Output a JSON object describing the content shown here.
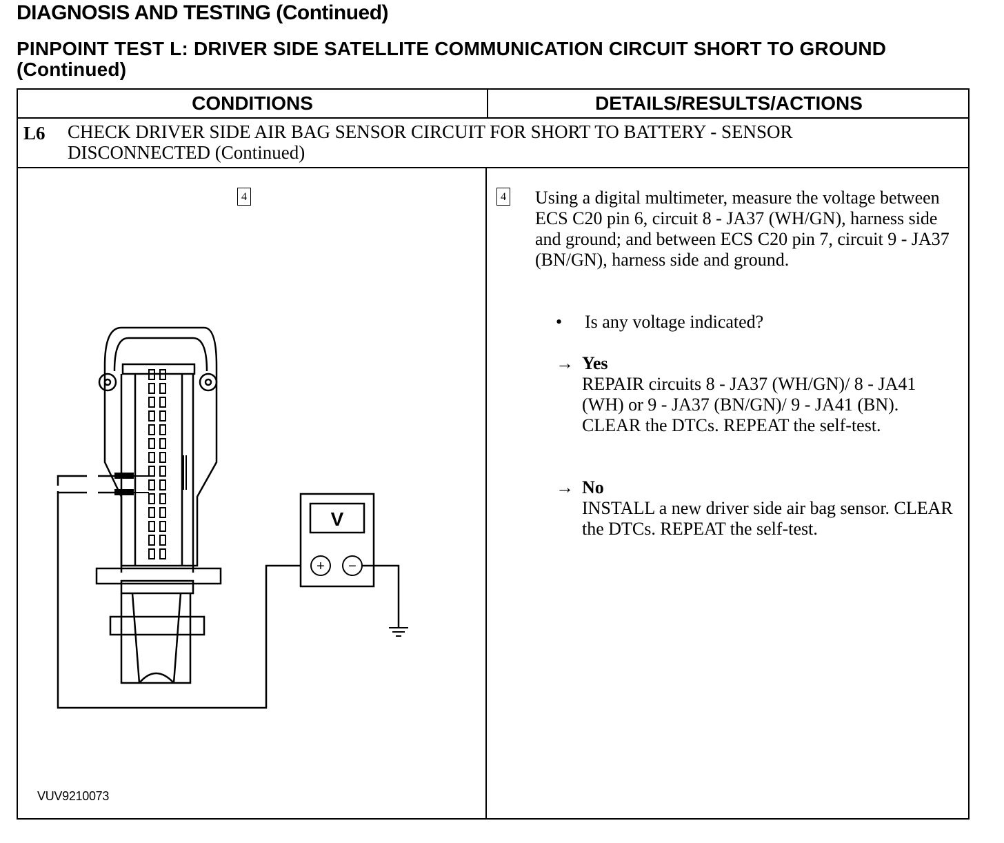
{
  "header": {
    "title": "DIAGNOSIS AND TESTING (Continued)",
    "subtitle_line1": "PINPOINT TEST L: DRIVER SIDE SATELLITE COMMUNICATION CIRCUIT SHORT TO GROUND",
    "subtitle_line2": "(Continued)"
  },
  "table": {
    "col_conditions": "CONDITIONS",
    "col_details": "DETAILS/RESULTS/ACTIONS",
    "step": {
      "id": "L6",
      "title": "CHECK DRIVER SIDE AIR BAG SENSOR CIRCUIT FOR SHORT TO BATTERY - SENSOR DISCONNECTED (Continued)"
    },
    "left_step_number": "4",
    "right_step_number": "4",
    "procedure": "Using a digital multimeter, measure the voltage between ECS C20 pin 6, circuit 8 - JA37 (WH/GN), harness side and ground; and between ECS C20 pin 7, circuit 9 - JA37 (BN/GN), harness side and ground.",
    "question_bullet": "•",
    "question": "Is any voltage indicated?",
    "results": [
      {
        "arrow": "→",
        "label": "Yes",
        "action": "REPAIR circuits 8 - JA37 (WH/GN)/ 8 - JA41 (WH) or 9 - JA37 (BN/GN)/ 9 - JA41 (BN). CLEAR the DTCs. REPEAT the self-test."
      },
      {
        "arrow": "→",
        "label": "No",
        "action": "INSTALL a new driver side air bag sensor. CLEAR the DTCs. REPEAT the self-test."
      }
    ],
    "figure_id": "VUV9210073",
    "meter_label": "V",
    "meter_plus": "+",
    "meter_minus": "−"
  }
}
